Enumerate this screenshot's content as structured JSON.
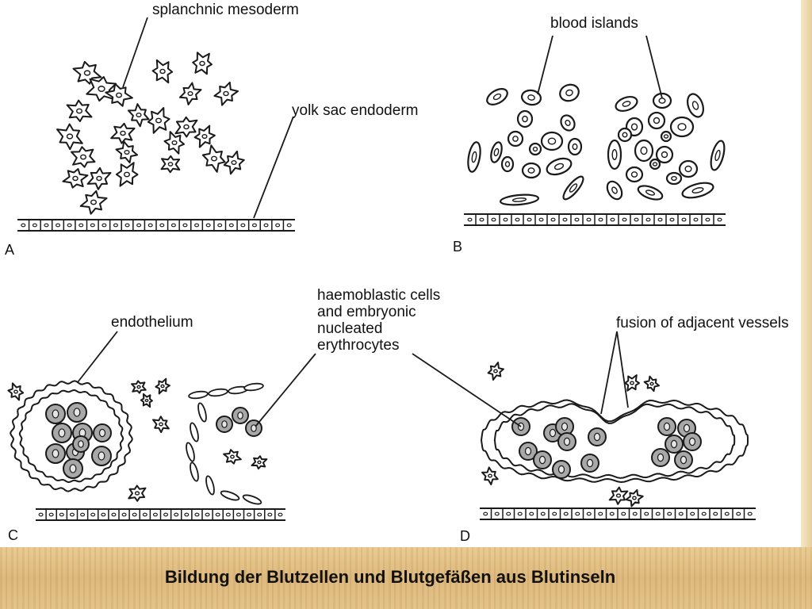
{
  "labels": {
    "splanchnic_mesoderm": "splanchnic mesoderm",
    "yolk_sac_endoderm": "yolk sac endoderm",
    "blood_islands": "blood islands",
    "endothelium": "endothelium",
    "haemoblastic_line1": "haemoblastic cells",
    "haemoblastic_line2": "and embryonic",
    "haemoblastic_line3": "nucleated",
    "haemoblastic_line4": "erythrocytes",
    "fusion_vessels": "fusion of adjacent vessels"
  },
  "panels": {
    "a": "A",
    "b": "B",
    "c": "C",
    "d": "D"
  },
  "caption": "Bildung der Blutzellen und Blutgefäßen aus Blutinseln",
  "colors": {
    "line": "#1a1a1a",
    "cell_fill": "#a8a8a8",
    "caption_bar": "#dfbd80"
  }
}
